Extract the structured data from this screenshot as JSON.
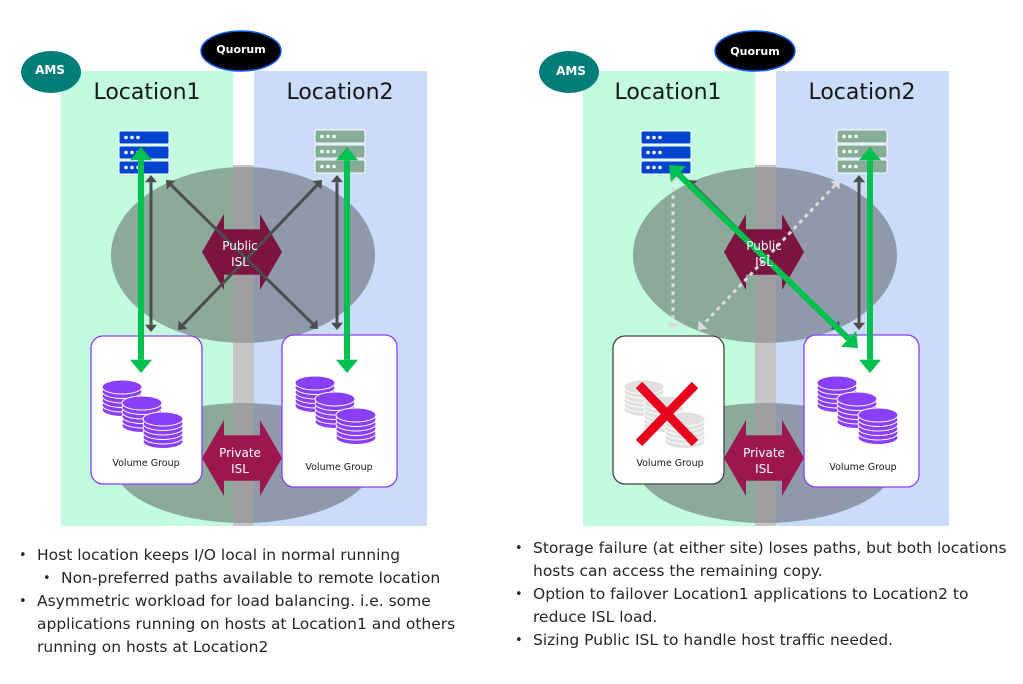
{
  "colors": {
    "location1_bg": "#c3fbe0",
    "location2_bg": "#cbdcfb",
    "public_isl_fill": "#7d1440",
    "private_isl_fill": "#9c1750",
    "green_arrow": "#00c050",
    "gray_arrow": "#4d4d4d",
    "dotted_arrow": "#dcdcdc",
    "volume_purple": "#8a3ffc",
    "ams_badge": "#007d79",
    "quorum_badge": "#000000",
    "server_host1": "#0043ce",
    "server_host2": "#86ab96",
    "failure_x": "#e8001c"
  },
  "diagrams": [
    {
      "id": "normal",
      "ams_label": "AMS",
      "quorum_label": "Quorum",
      "location1_title": "Location1",
      "location2_title": "Location2",
      "public_isl_label": [
        "Public",
        "ISL"
      ],
      "private_isl_label": [
        "Private",
        "ISL"
      ],
      "volume_group_left": "Volume Group",
      "volume_group_right": "Volume Group",
      "left_storage_failed": false
    },
    {
      "id": "storage-failure",
      "ams_label": "AMS",
      "quorum_label": "Quorum",
      "location1_title": "Location1",
      "location2_title": "Location2",
      "public_isl_label": [
        "Public",
        "ISL"
      ],
      "private_isl_label": [
        "Private",
        "ISL"
      ],
      "volume_group_left": "Volume Group",
      "volume_group_right": "Volume Group",
      "left_storage_failed": true
    }
  ],
  "notes_left": {
    "items": [
      {
        "text": "Host location keeps I/O local in normal running",
        "sub": [
          "Non-preferred paths available to remote location"
        ]
      },
      {
        "text": "Asymmetric workload for load balancing. i.e. some applications running on hosts at Location1 and others running on hosts at Location2",
        "sub": []
      }
    ]
  },
  "notes_right": {
    "items": [
      {
        "text": "Storage failure (at either site) loses paths, but both locations hosts can access the remaining copy.",
        "sub": []
      },
      {
        "text": "Option to failover Location1 applications to Location2 to reduce ISL load.",
        "sub": []
      },
      {
        "text": "Sizing Public ISL to handle host traffic needed.",
        "sub": []
      }
    ]
  }
}
